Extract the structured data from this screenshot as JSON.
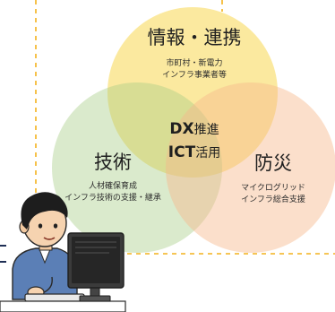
{
  "colors": {
    "top_circle": "#f8d750",
    "left_circle": "#a8ce86",
    "right_circle": "#f7b98c",
    "dashed_line": "#f3b21d",
    "text": "#2b2b2b",
    "title": "#1f1f1f"
  },
  "circles": {
    "top": {
      "title": "情報・連携",
      "line1": "市町村・新電力",
      "line2": "インフラ事業者等"
    },
    "left": {
      "title": "技術",
      "line1": "人材確保育成",
      "line2": "インフラ技術の支援・継承"
    },
    "right": {
      "title": "防災",
      "line1": "マイクログリッド",
      "line2": "インフラ総合支援"
    }
  },
  "center": {
    "line1_bold": "DX",
    "line1_rest": "推進",
    "line2_bold": "ICT",
    "line2_rest": "活用"
  },
  "illustration": "office-worker-at-computer-icon"
}
